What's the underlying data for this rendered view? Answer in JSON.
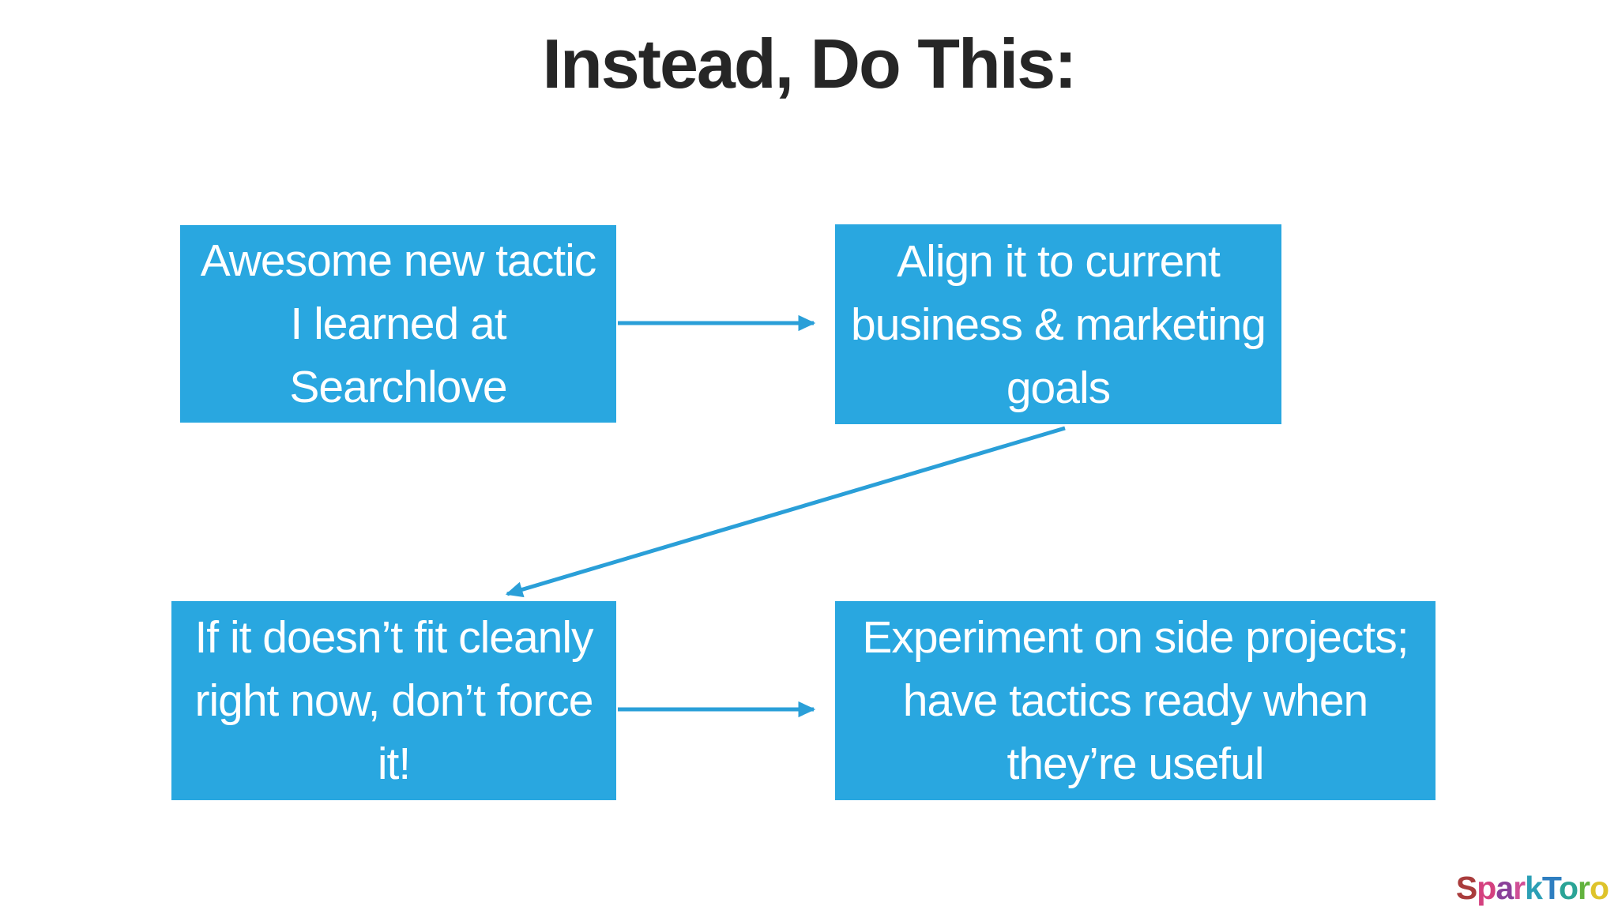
{
  "title": "Instead, Do This:",
  "colors": {
    "box_blue": "#29a7e0",
    "arrow_blue": "#2a9fd8",
    "title": "#262626",
    "background": "#ffffff",
    "box_text": "#ffffff"
  },
  "boxes": [
    {
      "id": "awesome-tactic",
      "lines": [
        "Awesome new tactic",
        "I learned at",
        "Searchlove"
      ]
    },
    {
      "id": "align-goals",
      "lines": [
        "Align it to current",
        "business & marketing",
        "goals"
      ]
    },
    {
      "id": "dont-force-it",
      "lines": [
        "If it doesn’t fit cleanly",
        "right now, don’t force",
        "it!"
      ]
    },
    {
      "id": "experiment-side",
      "lines": [
        "Experiment on side projects;",
        "have tactics ready when",
        "they’re useful"
      ]
    }
  ],
  "arrows": [
    {
      "from": "awesome-tactic",
      "to": "align-goals",
      "direction": "right"
    },
    {
      "from": "align-goals",
      "to": "dont-force-it",
      "direction": "down-left"
    },
    {
      "from": "dont-force-it",
      "to": "experiment-side",
      "direction": "right"
    }
  ],
  "logo": {
    "brand": "SparkToro",
    "letters": [
      {
        "ch": "S",
        "color": "#a93c3c"
      },
      {
        "ch": "p",
        "color": "#d4417f"
      },
      {
        "ch": "a",
        "color": "#8a4099"
      },
      {
        "ch": "r",
        "color": "#cf4f96"
      },
      {
        "ch": "k",
        "color": "#2b9fb5"
      },
      {
        "ch": "T",
        "color": "#2e7ec0"
      },
      {
        "ch": "o",
        "color": "#2aa496"
      },
      {
        "ch": "r",
        "color": "#62b23e"
      },
      {
        "ch": "o",
        "color": "#dec32b"
      }
    ]
  }
}
